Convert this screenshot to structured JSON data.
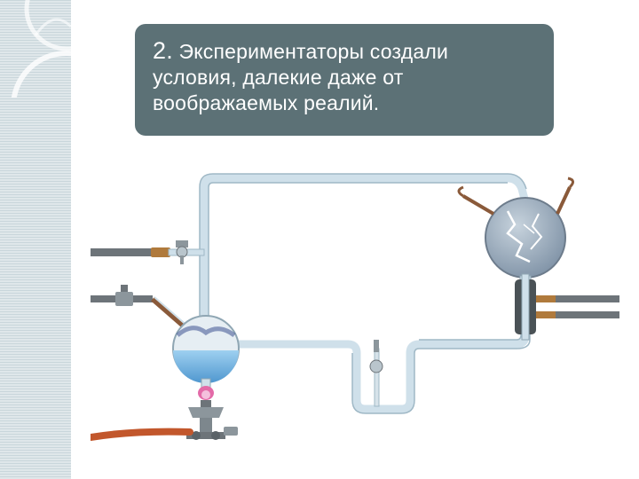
{
  "slide": {
    "number": "2.",
    "caption_text": "Экспериментаторы создали\nусловия, далекие даже от\nвоображаемых реалий."
  },
  "illustration": {
    "subject": "Miller–Urey apparatus",
    "colors": {
      "caption_bg": "#5c7176",
      "glass": "#cfe0ea",
      "water": "#7ab7e3",
      "pipe_grey": "#6d7479",
      "hose": "#c2572c",
      "spark_sphere": "#9fb1c2"
    }
  }
}
